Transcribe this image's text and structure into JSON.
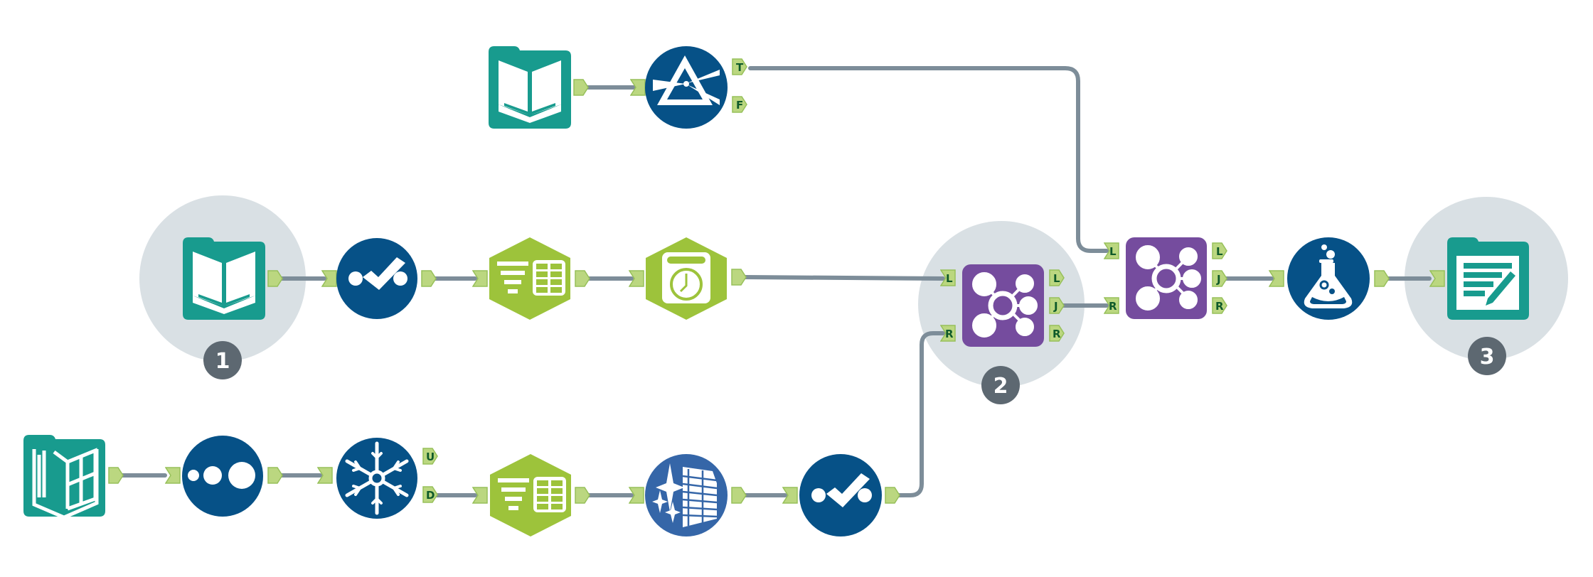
{
  "colors": {
    "background": "#ffffff",
    "highlight": "#d9e0e4",
    "badge": "#5d6871",
    "badge_text": "#ffffff",
    "connection": "#7d8d99",
    "anchor_fill": "#bbd780",
    "anchor_stroke": "#97c05a",
    "anchor_text": "#0f5a2a",
    "input_teal": "#189b8e",
    "navy": "#065187",
    "cleanse_blue": "#3566a8",
    "lime": "#9dc33b",
    "join_purple": "#754c9e"
  },
  "highlights": [
    {
      "id": "step-1",
      "badge": "1"
    },
    {
      "id": "step-2",
      "badge": "2"
    },
    {
      "id": "step-3",
      "badge": "3"
    }
  ],
  "tools": [
    {
      "id": "input-top",
      "type": "input-data",
      "icon": "book-icon"
    },
    {
      "id": "filter",
      "type": "filter",
      "icon": "prism-icon",
      "outputs": [
        "T",
        "F"
      ]
    },
    {
      "id": "input-mid",
      "type": "input-data",
      "icon": "book-icon"
    },
    {
      "id": "select-mid",
      "type": "select",
      "icon": "check-dots-icon"
    },
    {
      "id": "summarize-mid",
      "type": "summarize",
      "icon": "summarize-table-icon"
    },
    {
      "id": "datetime",
      "type": "datetime",
      "icon": "calendar-clock-icon"
    },
    {
      "id": "join-1",
      "type": "join",
      "icon": "join-network-icon",
      "inputs": [
        "L",
        "R"
      ],
      "outputs": [
        "L",
        "J",
        "R"
      ]
    },
    {
      "id": "join-2",
      "type": "join",
      "icon": "join-network-icon",
      "inputs": [
        "L",
        "R"
      ],
      "outputs": [
        "L",
        "J",
        "R"
      ]
    },
    {
      "id": "formula",
      "type": "formula",
      "icon": "flask-icon"
    },
    {
      "id": "output",
      "type": "browse-output",
      "icon": "report-pencil-icon"
    },
    {
      "id": "input-bottom",
      "type": "input-excel",
      "icon": "book-grid-icon"
    },
    {
      "id": "record-id",
      "type": "record-id",
      "icon": "dots-growing-icon"
    },
    {
      "id": "unique",
      "type": "unique",
      "icon": "snowflake-icon",
      "outputs": [
        "U",
        "D"
      ]
    },
    {
      "id": "summarize-bottom",
      "type": "summarize",
      "icon": "summarize-table-icon"
    },
    {
      "id": "data-cleansing",
      "type": "data-cleansing",
      "icon": "sparkle-table-icon"
    },
    {
      "id": "select-bottom",
      "type": "select",
      "icon": "check-dots-icon"
    }
  ],
  "connections": [
    {
      "from": "input-top",
      "to": "filter"
    },
    {
      "from": "filter:T",
      "to": "join-2:L"
    },
    {
      "from": "input-mid",
      "to": "select-mid"
    },
    {
      "from": "select-mid",
      "to": "summarize-mid"
    },
    {
      "from": "summarize-mid",
      "to": "datetime"
    },
    {
      "from": "datetime",
      "to": "join-1:L"
    },
    {
      "from": "join-1:J",
      "to": "join-2:R"
    },
    {
      "from": "join-2:J",
      "to": "formula"
    },
    {
      "from": "formula",
      "to": "output"
    },
    {
      "from": "input-bottom",
      "to": "record-id"
    },
    {
      "from": "record-id",
      "to": "unique"
    },
    {
      "from": "unique:D",
      "to": "summarize-bottom"
    },
    {
      "from": "summarize-bottom",
      "to": "data-cleansing"
    },
    {
      "from": "data-cleansing",
      "to": "select-bottom"
    },
    {
      "from": "select-bottom",
      "to": "join-1:R"
    }
  ],
  "anchor_labels": {
    "filter_true": "T",
    "filter_false": "F",
    "join_left": "L",
    "join_join": "J",
    "join_right": "R",
    "unique_unique": "U",
    "unique_duplicate": "D"
  }
}
